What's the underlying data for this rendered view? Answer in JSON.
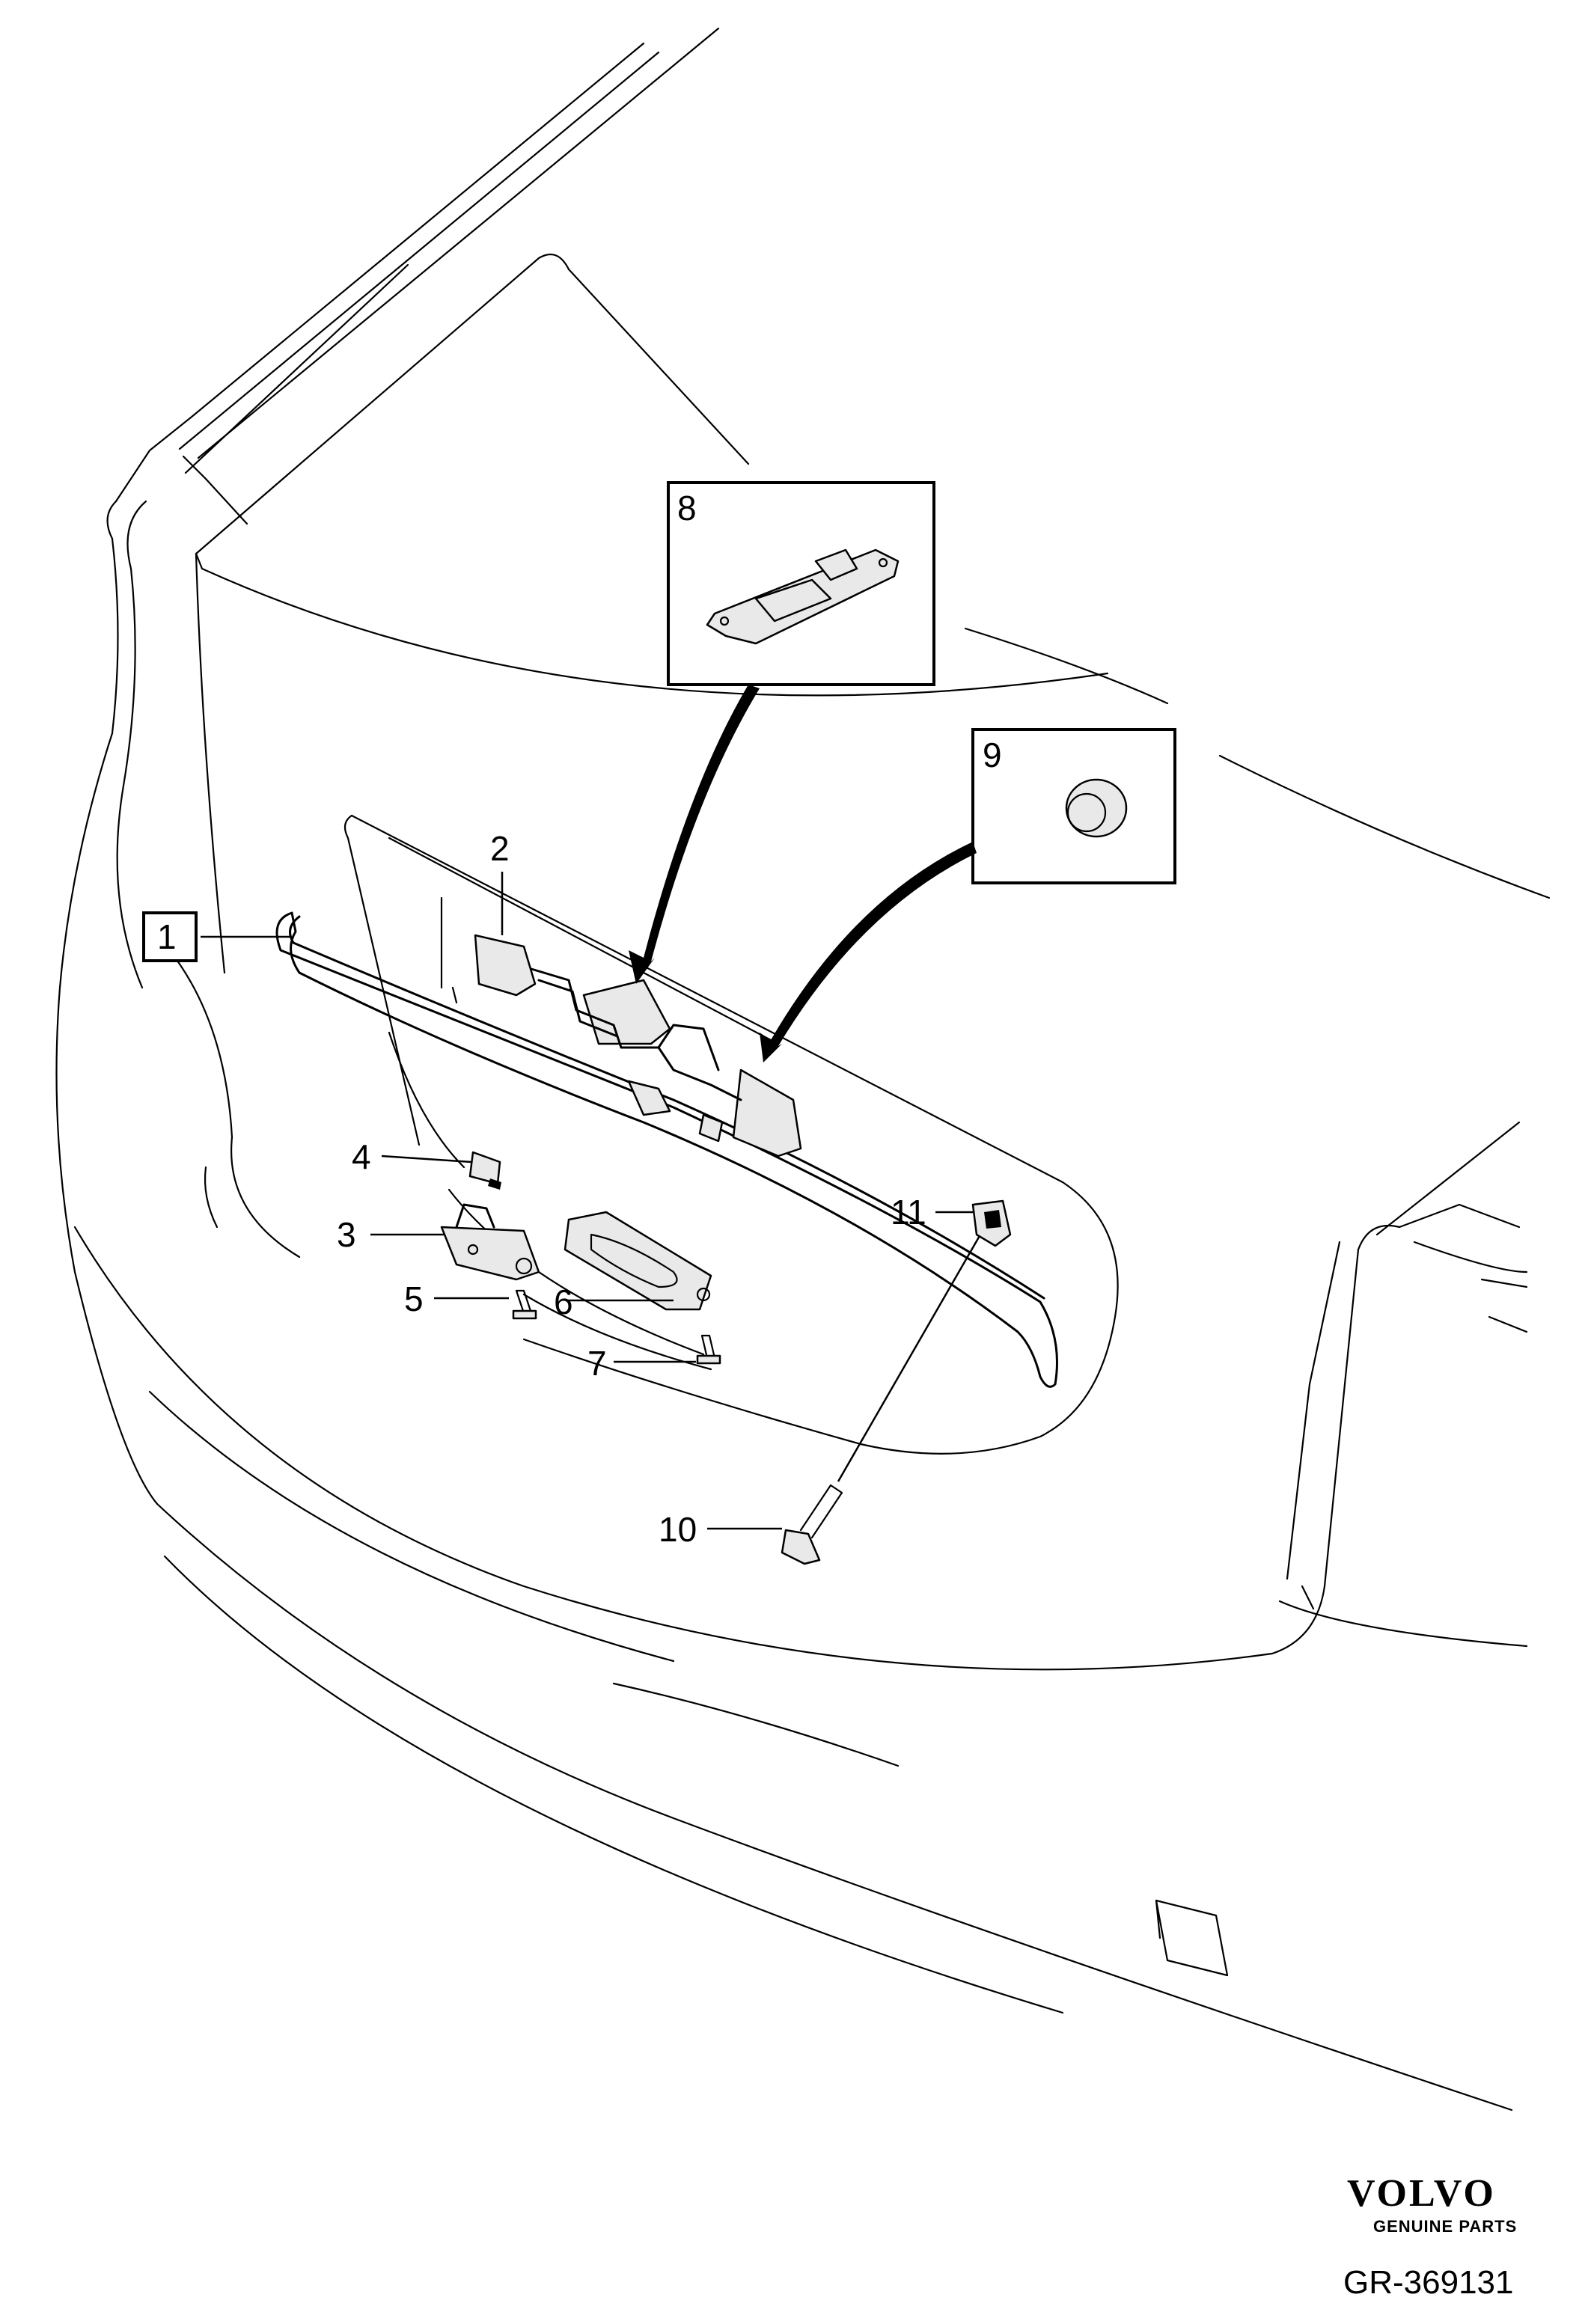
{
  "diagram": {
    "callouts": [
      {
        "id": "1",
        "label": "1",
        "boxed": true
      },
      {
        "id": "2",
        "label": "2"
      },
      {
        "id": "3",
        "label": "3"
      },
      {
        "id": "4",
        "label": "4"
      },
      {
        "id": "5",
        "label": "5"
      },
      {
        "id": "6",
        "label": "6"
      },
      {
        "id": "7",
        "label": "7"
      },
      {
        "id": "8",
        "label": "8",
        "boxed": true
      },
      {
        "id": "9",
        "label": "9",
        "boxed": true
      },
      {
        "id": "10",
        "label": "10"
      },
      {
        "id": "11",
        "label": "11"
      }
    ]
  },
  "footer": {
    "brand": "VOLVO",
    "brand_sub": "GENUINE PARTS",
    "reference": "GR-369131"
  }
}
